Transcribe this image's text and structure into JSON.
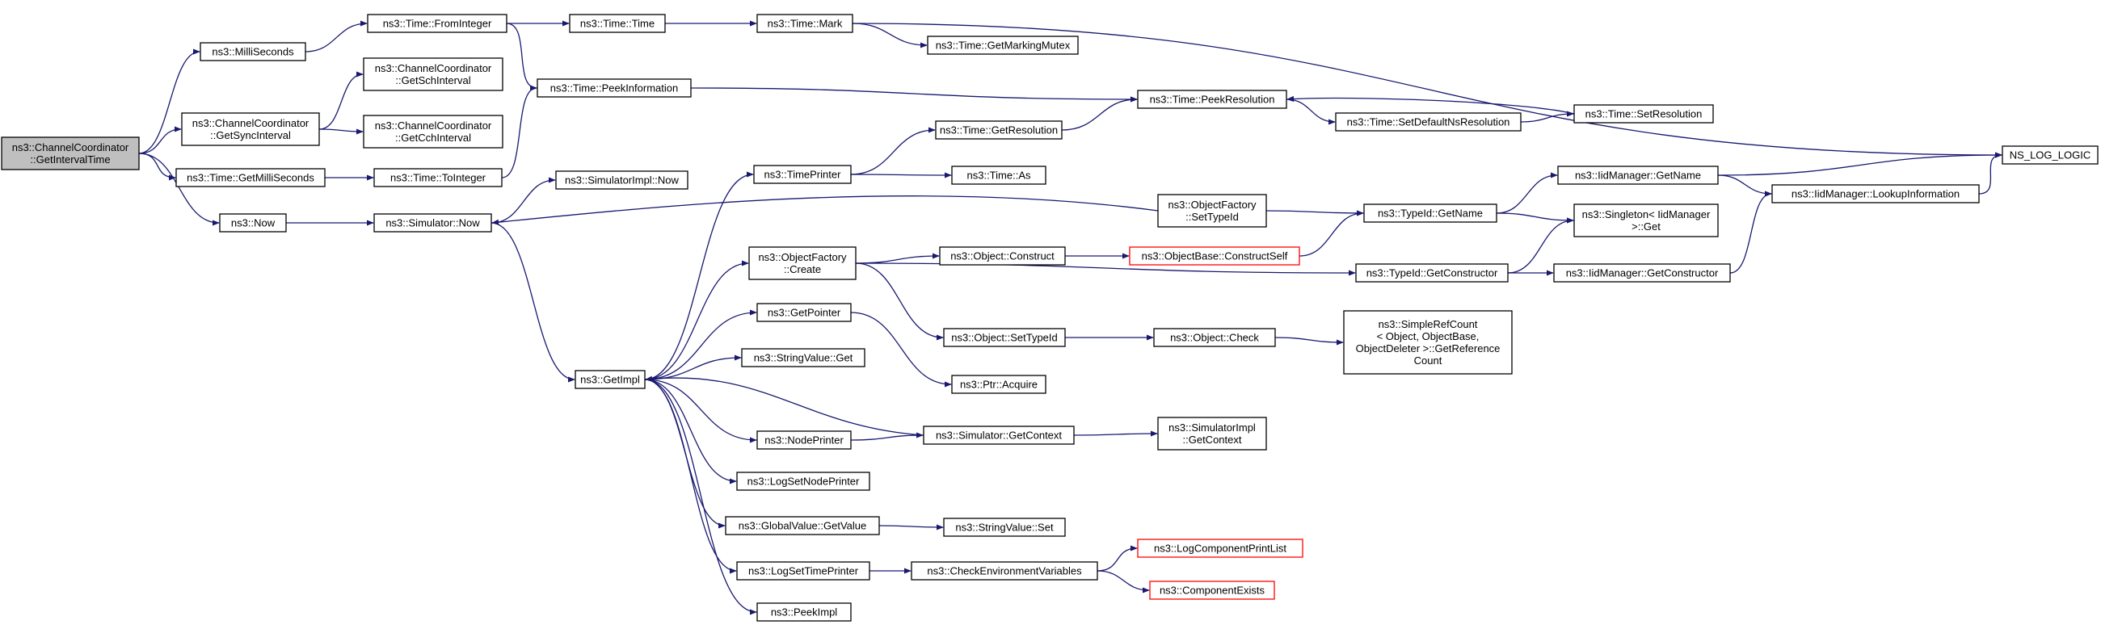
{
  "colors": {
    "edge": "#191970",
    "node_border": "#000000",
    "root_fill": "#bfbfbf",
    "red_border": "#ff0000"
  },
  "nodes": {
    "root": [
      "ns3::ChannelCoordinator",
      "::GetIntervalTime"
    ],
    "milliseconds": [
      "ns3::MilliSeconds"
    ],
    "getsyncinterval": [
      "ns3::ChannelCoordinator",
      "::GetSyncInterval"
    ],
    "time_getmilliseconds": [
      "ns3::Time::GetMilliSeconds"
    ],
    "now": [
      "ns3::Now"
    ],
    "fromint": [
      "ns3::Time::FromInteger"
    ],
    "getschinterval": [
      "ns3::ChannelCoordinator",
      "::GetSchInterval"
    ],
    "getcchinterval": [
      "ns3::ChannelCoordinator",
      "::GetCchInterval"
    ],
    "tointeger": [
      "ns3::Time::ToInteger"
    ],
    "sim_now": [
      "ns3::Simulator::Now"
    ],
    "time_time": [
      "ns3::Time::Time"
    ],
    "peekinfo": [
      "ns3::Time::PeekInformation"
    ],
    "simimpl_now": [
      "ns3::SimulatorImpl::Now"
    ],
    "getimpl": [
      "ns3::GetImpl"
    ],
    "time_mark": [
      "ns3::Time::Mark"
    ],
    "getmarkingmutex": [
      "ns3::Time::GetMarkingMutex"
    ],
    "timeprinter": [
      "ns3::TimePrinter"
    ],
    "objfactory_create": [
      "ns3::ObjectFactory",
      "::Create"
    ],
    "getpointer": [
      "ns3::GetPointer"
    ],
    "stringvalue_get": [
      "ns3::StringValue::Get"
    ],
    "nodeprinter": [
      "ns3::NodePrinter"
    ],
    "logsetnodeprinter": [
      "ns3::LogSetNodePrinter"
    ],
    "globalvalue_getvalue": [
      "ns3::GlobalValue::GetValue"
    ],
    "logsettimeprinter": [
      "ns3::LogSetTimePrinter"
    ],
    "peekimpl": [
      "ns3::PeekImpl"
    ],
    "getresolution": [
      "ns3::Time::GetResolution"
    ],
    "time_as": [
      "ns3::Time::As"
    ],
    "object_construct": [
      "ns3::Object::Construct"
    ],
    "object_settypeid": [
      "ns3::Object::SetTypeId"
    ],
    "ptr_acquire": [
      "ns3::Ptr::Acquire"
    ],
    "sim_getcontext": [
      "ns3::Simulator::GetContext"
    ],
    "stringvalue_set": [
      "ns3::StringValue::Set"
    ],
    "checkenv": [
      "ns3::CheckEnvironmentVariables"
    ],
    "peekresolution": [
      "ns3::Time::PeekResolution"
    ],
    "objfactory_settypeid": [
      "ns3::ObjectFactory",
      "::SetTypeId"
    ],
    "objbase_constructself": [
      "ns3::ObjectBase::ConstructSelf"
    ],
    "object_check": [
      "ns3::Object::Check"
    ],
    "simimpl_getcontext": [
      "ns3::SimulatorImpl",
      "::GetContext"
    ],
    "logcomponentprintlist": [
      "ns3::LogComponentPrintList"
    ],
    "componentexists": [
      "ns3::ComponentExists"
    ],
    "setdefaultnsresolution": [
      "ns3::Time::SetDefaultNsResolution"
    ],
    "typeid_getname": [
      "ns3::TypeId::GetName"
    ],
    "typeid_getconstructor": [
      "ns3::TypeId::GetConstructor"
    ],
    "simplerefcount": [
      "ns3::SimpleRefCount",
      "< Object, ObjectBase,",
      "ObjectDeleter >::GetReference",
      "Count"
    ],
    "setresolution": [
      "ns3::Time::SetResolution"
    ],
    "iidmanager_getname": [
      "ns3::IidManager::GetName"
    ],
    "singleton_get": [
      "ns3::Singleton< IidManager",
      ">::Get"
    ],
    "iidmanager_getconstructor": [
      "ns3::IidManager::GetConstructor"
    ],
    "lookupinfo": [
      "ns3::IidManager::LookupInformation"
    ],
    "ns_log_logic": [
      "NS_LOG_LOGIC"
    ]
  }
}
